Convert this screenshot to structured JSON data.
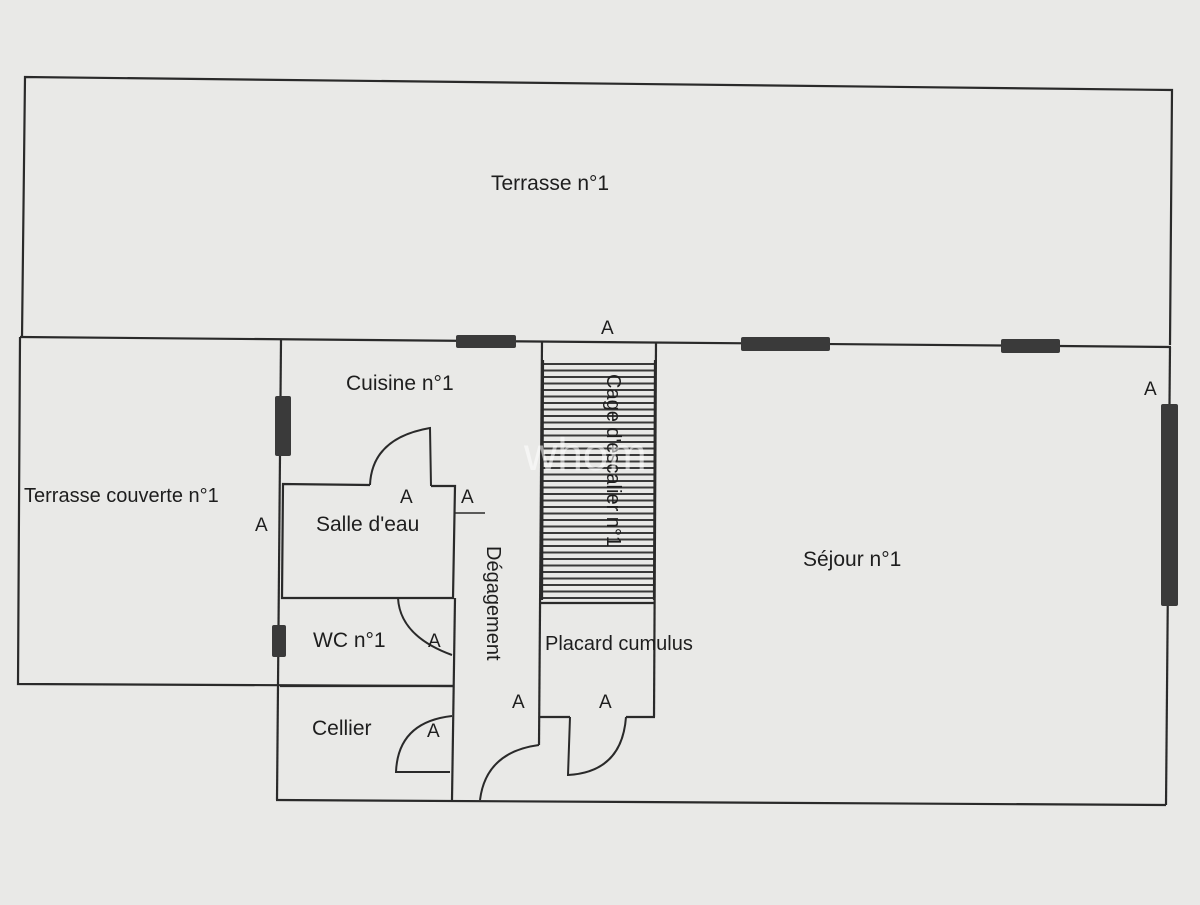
{
  "plan": {
    "rooms": {
      "terrasse": "Terrasse n°1",
      "terrasse_couverte": "Terrasse couverte n°1",
      "cuisine": "Cuisine n°1",
      "salle_eau": "Salle d'eau",
      "wc": "WC n°1",
      "cellier": "Cellier",
      "degagement": "Dégagement",
      "cage_escalier": "Cage d'escalier n°1",
      "placard": "Placard cumulus",
      "sejour": "Séjour n°1"
    },
    "marker_label": "A",
    "watermark": "whom",
    "colors": {
      "paper": "#e9e9e7",
      "line": "#2a2a2a"
    }
  }
}
